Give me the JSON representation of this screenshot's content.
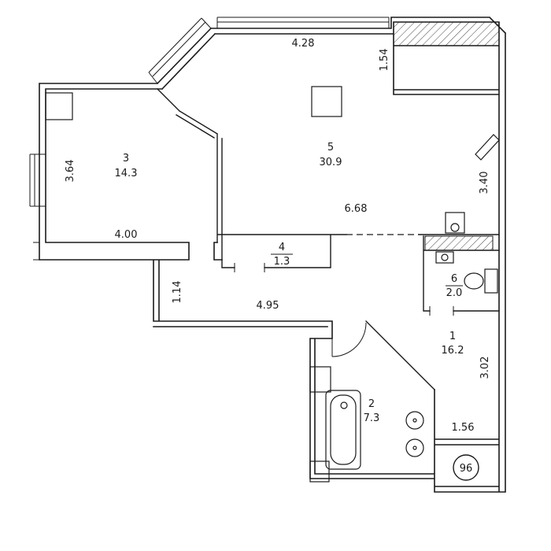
{
  "plan": {
    "unit_number": "96",
    "rooms": {
      "r1": {
        "number": "1",
        "area": "16.2"
      },
      "r2": {
        "number": "2",
        "area": "7.3"
      },
      "r3": {
        "number": "3",
        "area": "14.3"
      },
      "r4": {
        "number": "4",
        "area": "1.3"
      },
      "r5": {
        "number": "5",
        "area": "30.9"
      },
      "r6": {
        "number": "6",
        "area": "2.0"
      }
    },
    "dimensions": {
      "top_bay_width": "4.28",
      "balcony_depth": "1.54",
      "room3_height": "3.64",
      "room3_width": "4.00",
      "room5_width": "6.68",
      "room5_right_depth": "3.40",
      "corridor_width": "1.14",
      "corridor_length": "4.95",
      "hall_height": "3.02",
      "entrance_width": "1.56"
    },
    "colors": {
      "line": "#1a1a1a",
      "background": "#ffffff"
    }
  }
}
